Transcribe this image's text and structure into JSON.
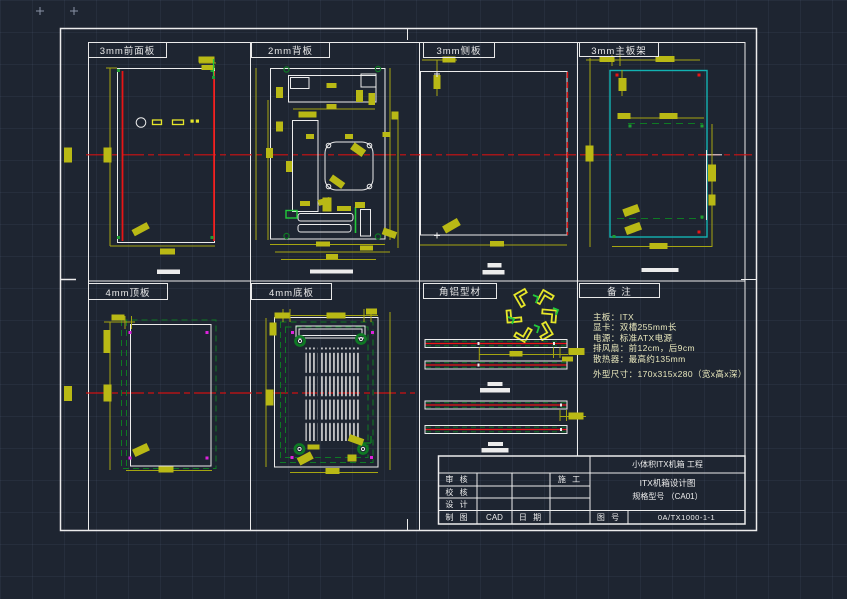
{
  "panel_labels": {
    "front": "3mm前面板",
    "back": "2mm背板",
    "side": "3mm侧板",
    "mobo_tray": "3mm主板架",
    "top": "4mm顶板",
    "bottom": "4mm底板",
    "angle_profile": "角铝型材",
    "notes": "备 注"
  },
  "notes_lines": [
    "主板：ITX",
    "显卡：双槽255mm长",
    "电源：标准ATX电源",
    "排风扇：前12cm，后9cm",
    "散热器：最高约135mm",
    "外型尺寸：170x315x280（宽x高x深）"
  ],
  "title_block": {
    "project": "小体积ITX机箱 工程",
    "title_line1": "ITX机箱设计图",
    "title_line2": "规格型号 （CA01）",
    "review_label": "审 核",
    "check_label": "校 核",
    "design_label": "设 计",
    "draft_label": "制 图",
    "draft_value": "CAD",
    "date_label": "日 期",
    "construction_label": "施 工",
    "drawing_no_label": "图 号",
    "drawing_no_value": "0A/TX1000-1-1"
  },
  "colors": {
    "background": "#1e2531",
    "line_white": "#ececec",
    "dim_yellow": "#b9b915",
    "line_red": "#e81515",
    "line_cyan": "#12b2b2",
    "bright_green": "#22c93a",
    "dark_green": "#0e7a24",
    "magenta": "#dd22dd"
  }
}
